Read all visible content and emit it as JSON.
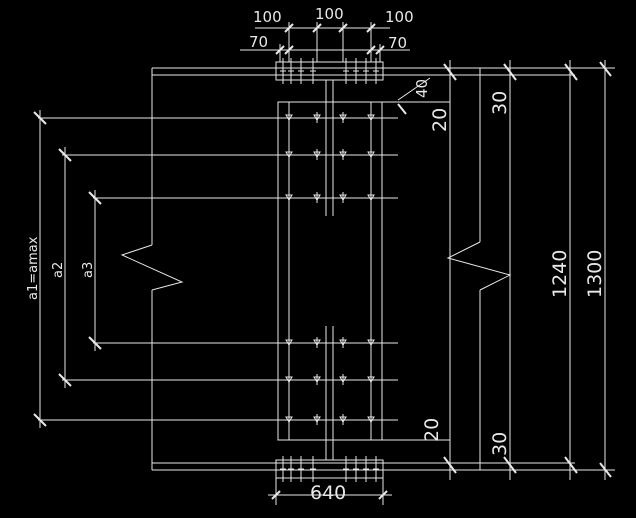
{
  "drawing": {
    "top_dims": {
      "left": "100",
      "middle": "100",
      "right": "100",
      "edge_left": "70",
      "edge_right": "70"
    },
    "bottom_dim": "640",
    "right_dims": {
      "d40": "40",
      "d20_top": "20",
      "d30_top": "30",
      "d1240": "1240",
      "d1300": "1300",
      "d20_bottom": "20",
      "d30_bottom": "30"
    },
    "left_dims": {
      "a1": "a1=amax",
      "a2": "a2",
      "a3": "a3"
    }
  }
}
